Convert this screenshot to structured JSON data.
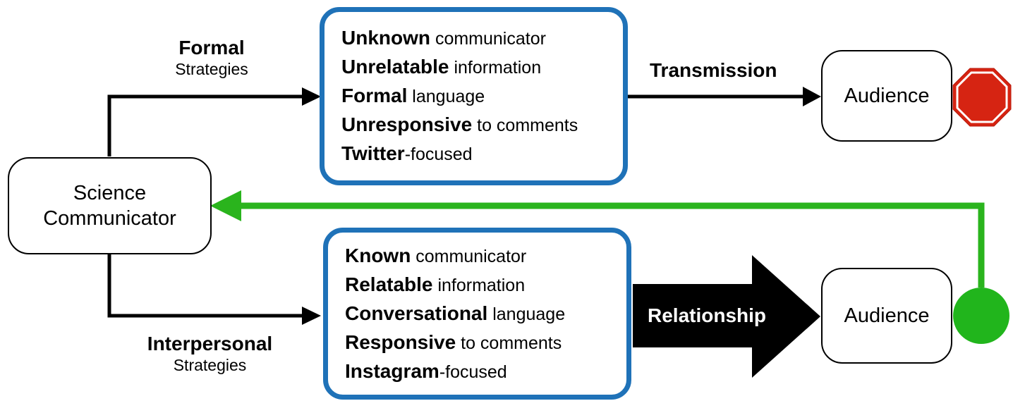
{
  "colors": {
    "card_border": "#1f72b8",
    "feedback_arrow": "#2ab41d",
    "stop_sign": "#d62412",
    "go_circle": "#21b51c"
  },
  "icons": {
    "stop": "stop-sign-icon",
    "go": "green-circle-icon"
  },
  "source": {
    "line1": "Science",
    "line2": "Communicator"
  },
  "formal": {
    "title": "Formal",
    "subtitle": "Strategies",
    "items": [
      {
        "bold": "Unknown",
        "rest": " communicator"
      },
      {
        "bold": "Unrelatable",
        "rest": " information"
      },
      {
        "bold": "Formal",
        "rest": " language"
      },
      {
        "bold": "Unresponsive",
        "rest": " to comments"
      },
      {
        "bold": "Twitter",
        "rest": "-focused"
      }
    ],
    "edge_label": "Transmission",
    "audience": "Audience"
  },
  "interpersonal": {
    "title": "Interpersonal",
    "subtitle": "Strategies",
    "items": [
      {
        "bold": "Known",
        "rest": " communicator"
      },
      {
        "bold": "Relatable",
        "rest": " information"
      },
      {
        "bold": "Conversational",
        "rest": " language"
      },
      {
        "bold": "Responsive",
        "rest": " to comments"
      },
      {
        "bold": "Instagram",
        "rest": "-focused"
      }
    ],
    "edge_label": "Relationship",
    "audience": "Audience"
  }
}
